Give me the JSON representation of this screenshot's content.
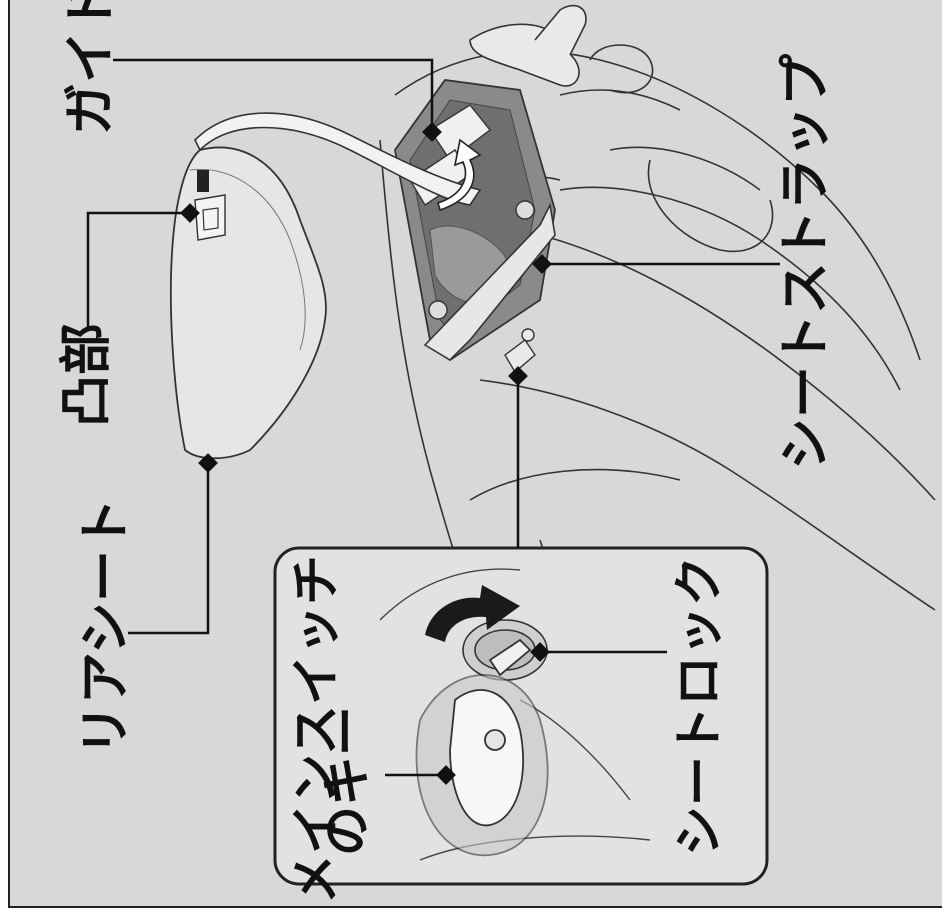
{
  "labels": {
    "guide": "ガイド",
    "protrusion": "凸部",
    "rear_seat": "リアシート",
    "seat_strap": "シートストラップ",
    "main_switch_key_line1": "メインスイッチ",
    "main_switch_key_line2": "のキー",
    "seat_lock": "シートロック"
  },
  "colors": {
    "background": "#d8d8d8",
    "border": "#222222",
    "leader": "#111111",
    "inset_background": "#e2e2e2"
  }
}
